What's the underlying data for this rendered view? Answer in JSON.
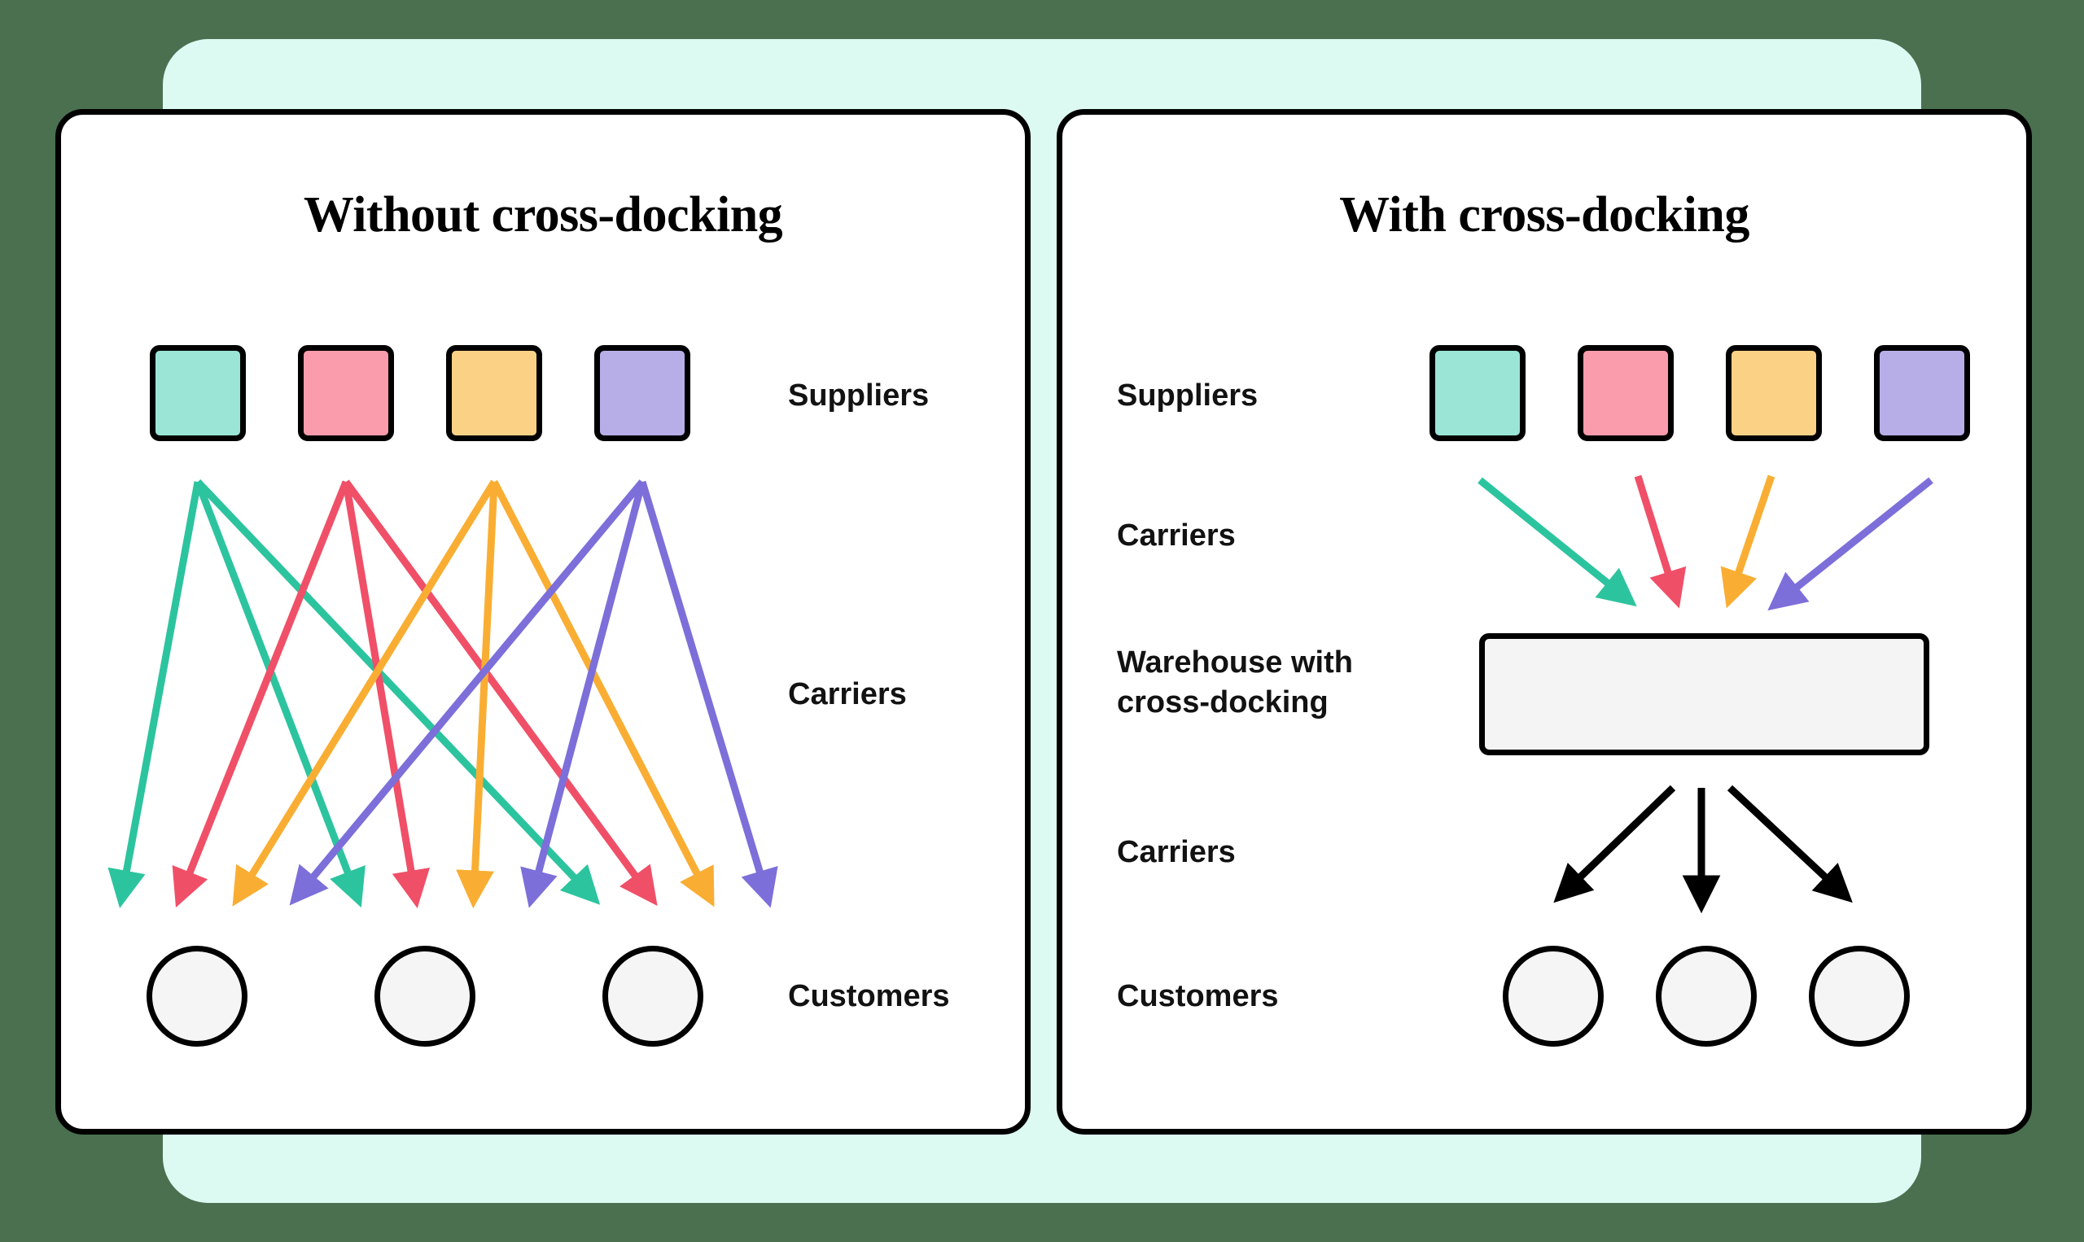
{
  "background": {
    "outer": "#4A7050",
    "panel": "#DDFAF2",
    "card": "#FFFFFF"
  },
  "panels": [
    {
      "id": "without",
      "title": "Without cross-docking",
      "label_align": "right",
      "rows": [
        {
          "name": "suppliers",
          "label": "Suppliers"
        },
        {
          "name": "carriers",
          "label": "Carriers"
        },
        {
          "name": "customers",
          "label": "Customers"
        }
      ],
      "suppliers": [
        {
          "index": 0,
          "color": "#9AE5D6",
          "arrow_color": "#2CC49E"
        },
        {
          "index": 1,
          "color": "#FA9CAB",
          "arrow_color": "#F04F68"
        },
        {
          "index": 2,
          "color": "#FBD285",
          "arrow_color": "#F9AE33"
        },
        {
          "index": 3,
          "color": "#B7AEE8",
          "arrow_color": "#7C6FD9"
        }
      ],
      "customers": [
        {
          "index": 0
        },
        {
          "index": 1
        },
        {
          "index": 2
        }
      ],
      "connections_note": "every supplier ships directly to every customer",
      "connection_count": 12
    },
    {
      "id": "with",
      "title": "With cross-docking",
      "label_align": "left",
      "rows": [
        {
          "name": "suppliers",
          "label": "Suppliers"
        },
        {
          "name": "carriers-in",
          "label": "Carriers"
        },
        {
          "name": "warehouse",
          "label": "Warehouse with\ncross-docking"
        },
        {
          "name": "carriers-out",
          "label": "Carriers"
        },
        {
          "name": "customers",
          "label": "Customers"
        }
      ],
      "suppliers": [
        {
          "index": 0,
          "color": "#9AE5D6",
          "arrow_color": "#2CC49E"
        },
        {
          "index": 1,
          "color": "#FA9CAB",
          "arrow_color": "#F04F68"
        },
        {
          "index": 2,
          "color": "#FBD285",
          "arrow_color": "#F9AE33"
        },
        {
          "index": 3,
          "color": "#B7AEE8",
          "arrow_color": "#7C6FD9"
        }
      ],
      "warehouse": {
        "fill": "#F4F4F4",
        "stroke": "#000000"
      },
      "customers": [
        {
          "index": 0
        },
        {
          "index": 1
        },
        {
          "index": 2
        }
      ],
      "outbound_arrow_color": "#000000",
      "connections_note": "suppliers ship into one warehouse, warehouse ships to customers",
      "connection_count": 7
    }
  ],
  "chart_data": {
    "type": "diagram",
    "title": "Cross-docking comparison",
    "diagram_kind": "supply-chain-flow",
    "left": {
      "title": "Without cross-docking",
      "nodes": {
        "suppliers": 4,
        "customers": 3
      },
      "edges": 12,
      "edge_colors": [
        "#2CC49E",
        "#F04F68",
        "#F9AE33",
        "#7C6FD9"
      ]
    },
    "right": {
      "title": "With cross-docking",
      "nodes": {
        "suppliers": 4,
        "warehouse": 1,
        "customers": 3
      },
      "edges_in": 4,
      "edges_out": 3,
      "edge_colors_in": [
        "#2CC49E",
        "#F04F68",
        "#F9AE33",
        "#7C6FD9"
      ],
      "edge_color_out": "#000000"
    }
  }
}
